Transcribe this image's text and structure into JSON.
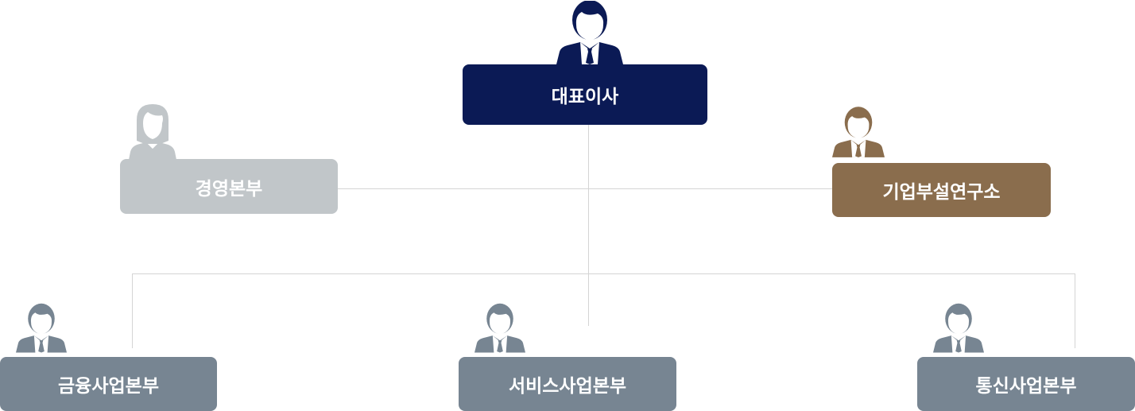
{
  "org_chart": {
    "ceo": {
      "label": "대표이사",
      "color": "#0b1a55"
    },
    "management": {
      "label": "경영본부",
      "color": "#c1c6c9"
    },
    "research": {
      "label": "기업부설연구소",
      "color": "#8a6d4d"
    },
    "divisions": [
      {
        "label": "금융사업본부",
        "color": "#778592"
      },
      {
        "label": "서비스사업본부",
        "color": "#778592"
      },
      {
        "label": "통신사업본부",
        "color": "#778592"
      }
    ],
    "line_color": "#d4d4d4"
  }
}
